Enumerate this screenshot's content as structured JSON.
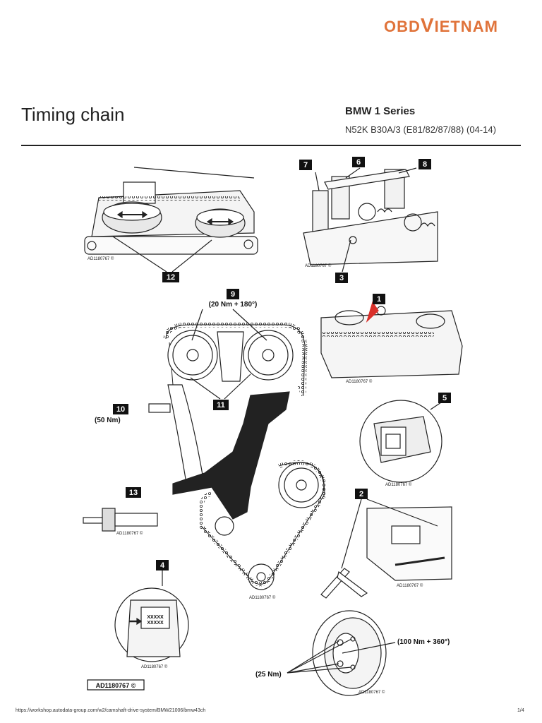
{
  "brand": {
    "logo_text_a": "OBD",
    "logo_text_v": "V",
    "logo_text_b": "IETNAM",
    "color": "#e0733a"
  },
  "header": {
    "title": "Timing chain",
    "model": "BMW 1 Series",
    "engine": "N52K B30A/3 (E81/82/87/88) (04-14)"
  },
  "figure": {
    "ref_code": "AD1180767 ©",
    "main_ref": "AD1180767 ©",
    "callouts": {
      "c1": "1",
      "c2": "2",
      "c3": "3",
      "c4": "4",
      "c5": "5",
      "c6": "6",
      "c7": "7",
      "c8": "8",
      "c9": "9",
      "c10": "10",
      "c11": "11",
      "c12": "12",
      "c13": "13"
    },
    "torques": {
      "t9": "(20 Nm + 180°)",
      "t10": "(50 Nm)",
      "t_crank": "(100 Nm + 360°)",
      "t_bolts": "(25 Nm)"
    },
    "marking": "XXXXX"
  },
  "footer": {
    "url": "https://workshop.autodata-group.com/w2/camshaft-drive-system/BMW21006/bmw43ch",
    "page": "1/4"
  }
}
